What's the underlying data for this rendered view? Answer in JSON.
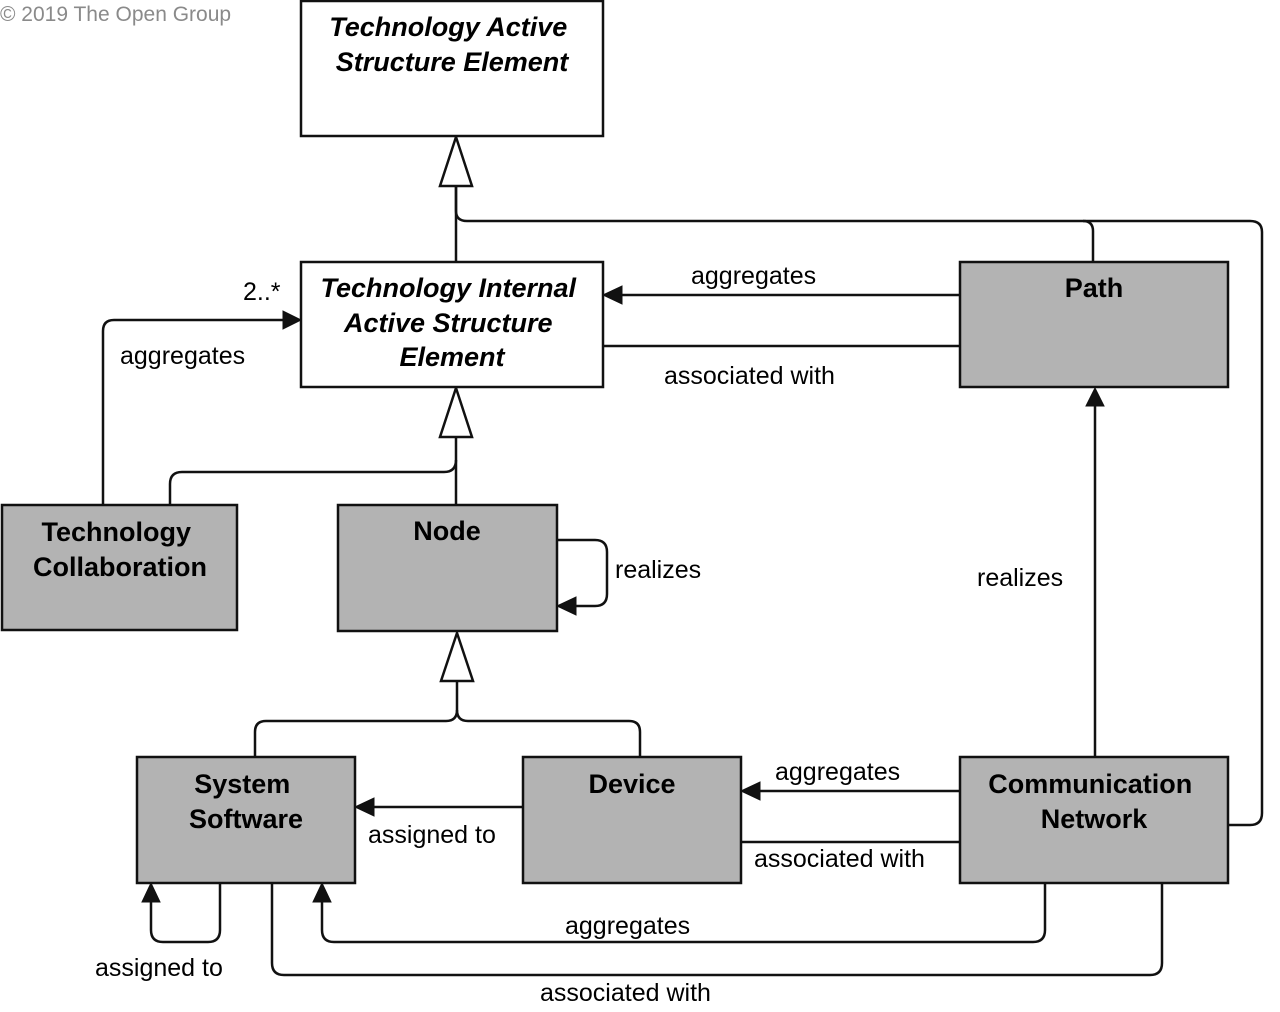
{
  "copyright": "© 2019 The Open Group",
  "elements": {
    "technology_active_structure_element": {
      "lines": [
        "Technology Active",
        "Structure Element"
      ]
    },
    "technology_internal_active_structure_element": {
      "lines": [
        "Technology Internal",
        "Active Structure",
        "Element"
      ]
    },
    "path": {
      "lines": [
        "Path"
      ]
    },
    "technology_collaboration": {
      "lines": [
        "Technology",
        "Collaboration"
      ]
    },
    "node": {
      "lines": [
        "Node"
      ]
    },
    "system_software": {
      "lines": [
        "System",
        "Software"
      ]
    },
    "device": {
      "lines": [
        "Device"
      ]
    },
    "communication_network": {
      "lines": [
        "Communication",
        "Network"
      ]
    }
  },
  "relationships": {
    "path_aggregates_internal": "aggregates",
    "path_associated_internal": "associated with",
    "collaboration_aggregates_internal": "aggregates",
    "collaboration_multiplicity": "2..*",
    "node_realizes_node": "realizes",
    "network_realizes_path": "realizes",
    "device_assigned_system_software": "assigned to",
    "network_aggregates_device": "aggregates",
    "network_associated_device": "associated with",
    "network_aggregates_system_software": "aggregates",
    "network_associated_system_software": "associated with",
    "system_software_assigned_self": "assigned to"
  }
}
